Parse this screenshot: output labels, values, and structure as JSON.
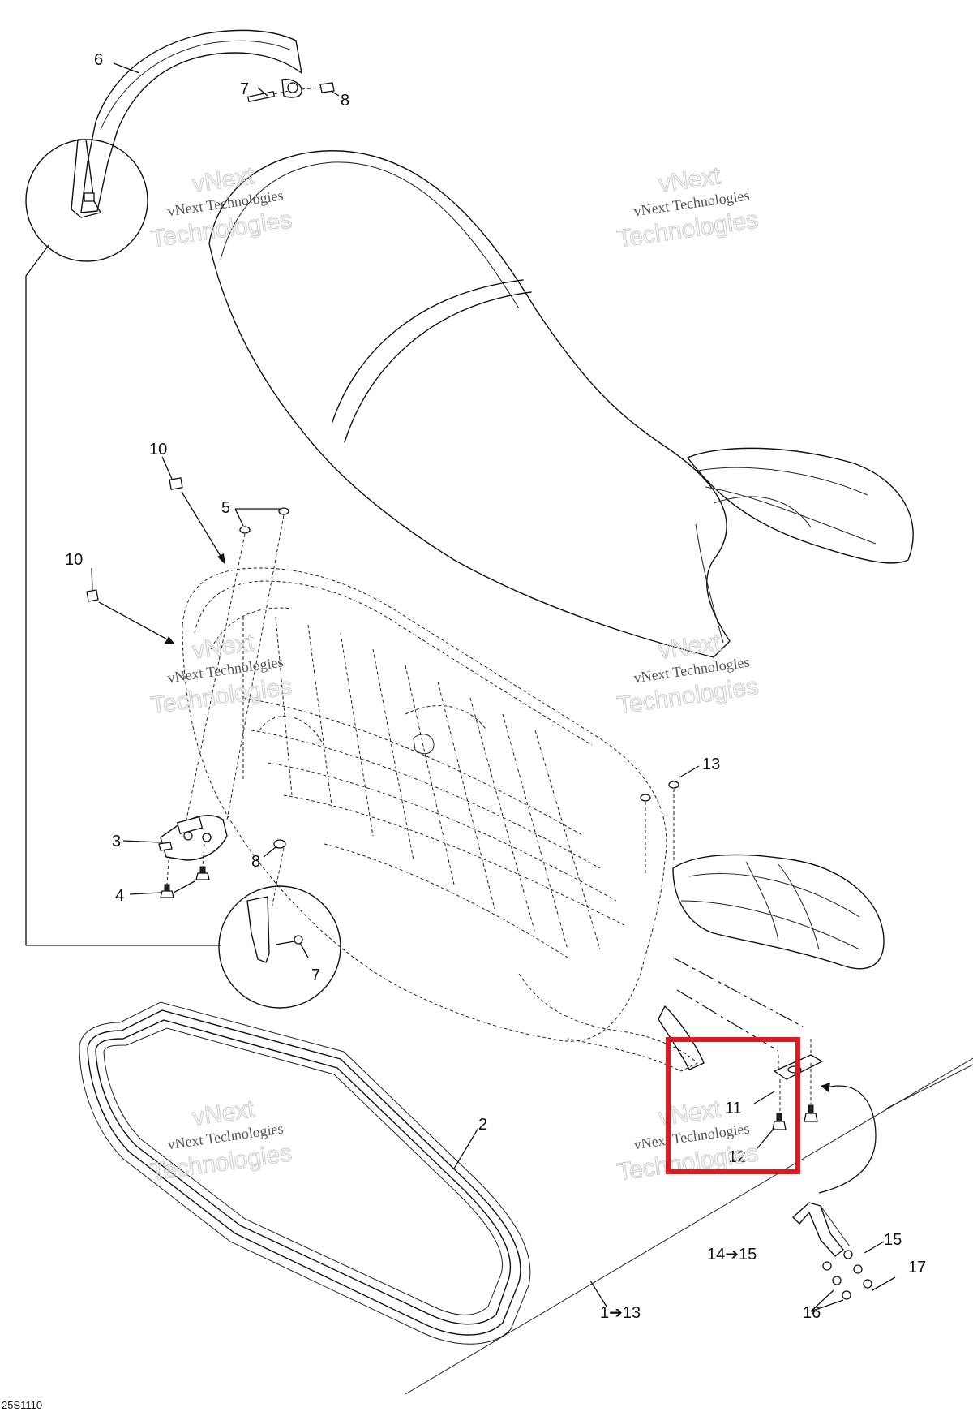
{
  "diagram": {
    "figure_code": "25S1110",
    "watermark": {
      "line1": "vNext Technologies",
      "line2": "vNext",
      "line3": "Technologies"
    },
    "callouts": {
      "c1": "1➔13",
      "c2": "2",
      "c3": "3",
      "c4": "4",
      "c5": "5",
      "c6": "6",
      "c7a": "7",
      "c7b": "7",
      "c8a": "8",
      "c8b": "8",
      "c10a": "10",
      "c10b": "10",
      "c11": "11",
      "c12": "12",
      "c13": "13",
      "c14": "14➔15",
      "c15": "15",
      "c16": "16",
      "c17": "17"
    },
    "highlight": {
      "color": "#e0191f"
    }
  }
}
